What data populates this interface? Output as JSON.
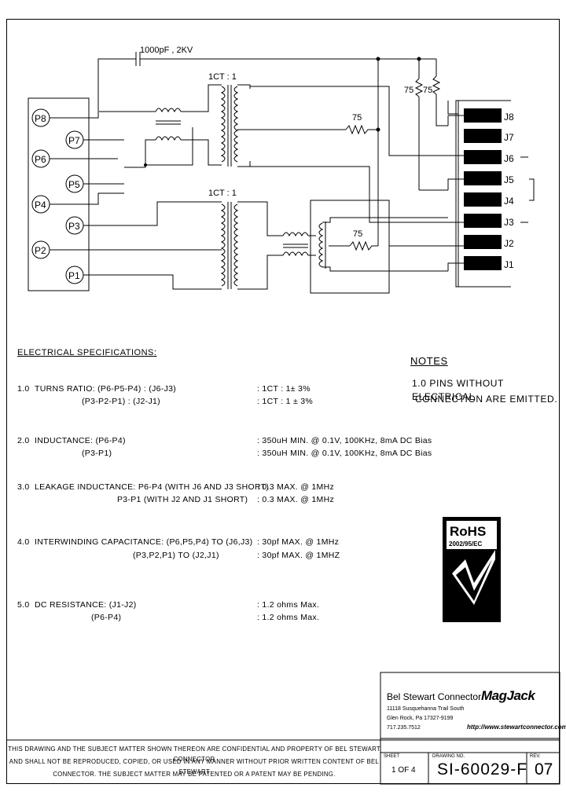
{
  "schematic": {
    "cap_label": "1000pF , 2KV",
    "turns_top": "1CT : 1",
    "turns_bottom": "1CT : 1",
    "res_top_a": "75",
    "res_top_b": "75",
    "res_mid": "75",
    "res_low": "75",
    "p_pins": [
      "P8",
      "P7",
      "P6",
      "P5",
      "P4",
      "P3",
      "P2",
      "P1"
    ],
    "j_pins": [
      "J8",
      "J7",
      "J6",
      "J5",
      "J4",
      "J3",
      "J2",
      "J1"
    ]
  },
  "specs": {
    "title": "ELECTRICAL SPECIFICATIONS:",
    "items": [
      {
        "num": "1.0",
        "label_1": "TURNS RATIO: (P6-P5-P4) : (J6-J3)",
        "label_2": "(P3-P2-P1) : (J2-J1)",
        "value_1": ": 1CT : 1± 3%",
        "value_2": ": 1CT : 1 ± 3%"
      },
      {
        "num": "2.0",
        "label_1": "INDUCTANCE: (P6-P4)",
        "label_2": "(P3-P1)",
        "value_1": ": 350uH MIN. @ 0.1V, 100KHz, 8mA DC Bias",
        "value_2": ": 350uH MIN. @ 0.1V, 100KHz, 8mA DC Bias"
      },
      {
        "num": "3.0",
        "label_1": "LEAKAGE INDUCTANCE: P6-P4 (WITH J6 AND J3 SHORT)",
        "label_2": "P3-P1 (WITH J2 AND J1 SHORT)",
        "value_1": ": 0.3 MAX. @ 1MHz",
        "value_2": ": 0.3 MAX. @ 1MHz"
      },
      {
        "num": "4.0",
        "label_1": "INTERWINDING CAPACITANCE: (P6,P5,P4) TO (J6,J3)",
        "label_2": "(P3,P2,P1) TO (J2,J1)",
        "value_1": ": 30pf MAX. @ 1MHz",
        "value_2": ": 30pf MAX. @ 1MHZ"
      },
      {
        "num": "5.0",
        "label_1": "DC RESISTANCE: (J1-J2)",
        "label_2": "(P6-P4)",
        "value_1": ": 1.2 ohms Max.",
        "value_2": ": 1.2 ohms Max."
      }
    ]
  },
  "notes": {
    "title": "NOTES",
    "line_1": "1.0 PINS WITHOUT ELECTRICAL",
    "line_2": "CONNECTION ARE EMITTED."
  },
  "rohs": {
    "label": "RoHS",
    "sub": "2002/95/EC"
  },
  "title_block": {
    "company": "Bel Stewart Connector",
    "address_1": "11118 Susquehanna Trail South",
    "address_2": "Glen Rock, Pa 17327-9199",
    "phone": "717.235.7512",
    "brand": "MagJack",
    "url": "http://www.stewartconnector.com",
    "sheet_label": "SHEET",
    "sheet_value": "1 OF 4",
    "drawing_label": "DRAWING NO.",
    "drawing_value": "SI-60029-F",
    "rev_label": "REV.",
    "rev_value": "07"
  },
  "disclaimer": {
    "line_1": "THIS DRAWING AND THE SUBJECT MATTER SHOWN THEREON ARE CONFIDENTIAL AND PROPERTY OF BEL STEWART CONNECTOR",
    "line_2": "AND SHALL NOT BE REPRODUCED, COPIED, OR USED IN ANY MANNER WITHOUT PRIOR WRITTEN CONTENT OF BEL STEWART",
    "line_3": "CONNECTOR. THE SUBJECT MATTER MAY BE PATENTED OR A PATENT MAY BE PENDING."
  }
}
